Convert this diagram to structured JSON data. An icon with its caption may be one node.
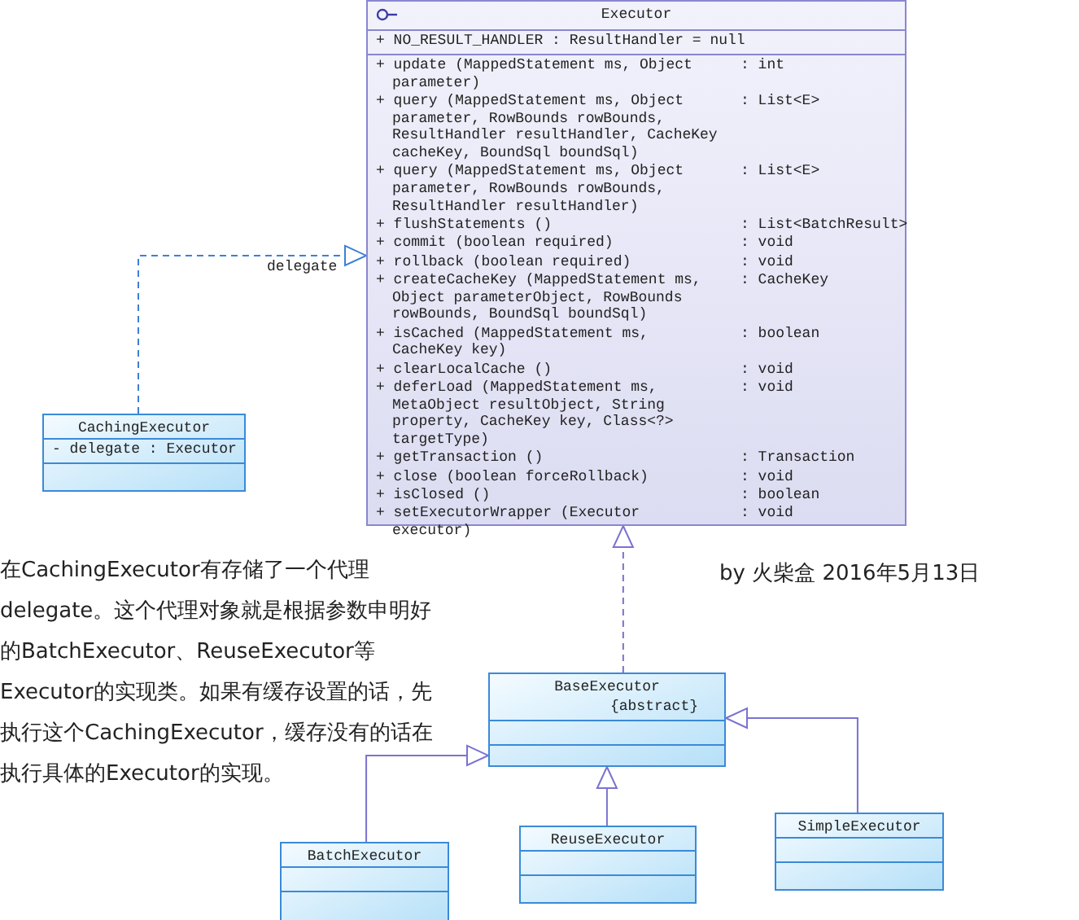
{
  "diagram": {
    "nodes": [
      {
        "text": [
          "Executor",
          "+ NO_RESULT_HANDLER : ResultHandler = null",
          "+ update (MappedStatement ms, Object parameter)",
          ": int",
          "+ query (MappedStatement ms, Object parameter, RowBounds rowBounds, ResultHandler resultHandler, CacheKey cacheKey, BoundSql boundSql)",
          ": List<E>",
          "+ query (MappedStatement ms, Object parameter, RowBounds rowBounds, ResultHandler resultHandler)",
          ": List<E>",
          "+ flushStatements ()",
          ": List<BatchResult>",
          "+ commit (boolean required)",
          ": void",
          "+ rollback (boolean required)",
          ": void",
          "+ createCacheKey (MappedStatement ms, Object parameterObject, RowBounds rowBounds, BoundSql boundSql)",
          ": CacheKey",
          "+ isCached (MappedStatement ms, CacheKey key)",
          ": boolean",
          "+ clearLocalCache ()",
          ": void",
          "+ deferLoad (MappedStatement ms, MetaObject resultObject, String property, CacheKey key, Class<?> targetType)",
          ": void",
          "+ getTransaction ()",
          ": Transaction",
          "+ close (boolean forceRollback)",
          ": void",
          "+ isClosed ()",
          ": boolean",
          "+ setExecutorWrapper (Executor executor)",
          ": void"
        ]
      },
      {
        "text": [
          "CachingExecutor",
          "- delegate : Executor"
        ]
      },
      {
        "text": [
          "BaseExecutor",
          "{abstract}"
        ]
      },
      {
        "text": [
          "BatchExecutor"
        ]
      },
      {
        "text": [
          "ReuseExecutor"
        ]
      },
      {
        "text": [
          "SimpleExecutor"
        ]
      }
    ],
    "edges": [
      {
        "from": 1,
        "to": 0,
        "arrow": "to",
        "label": "delegate",
        "style": "dashed",
        "color": "#3d7fd6"
      },
      {
        "from": 2,
        "to": 0,
        "arrow": "to",
        "style": "dashed"
      },
      {
        "from": 3,
        "to": 2,
        "arrow": "to"
      },
      {
        "from": 4,
        "to": 2,
        "arrow": "to"
      },
      {
        "from": 5,
        "to": 2,
        "arrow": "to"
      }
    ],
    "labels": [
      "在CachingExecutor有存储了一个代理delegate。这个代理对象就是根据参数申明好的BatchExecutor、ReuseExecutor等Executor的实现类。如果有缓存设置的话，先执行这个CachingExecutor，缓存没有的话在执行具体的Executor的实现。",
      "by 火柴盒 2016年5月13日"
    ]
  }
}
